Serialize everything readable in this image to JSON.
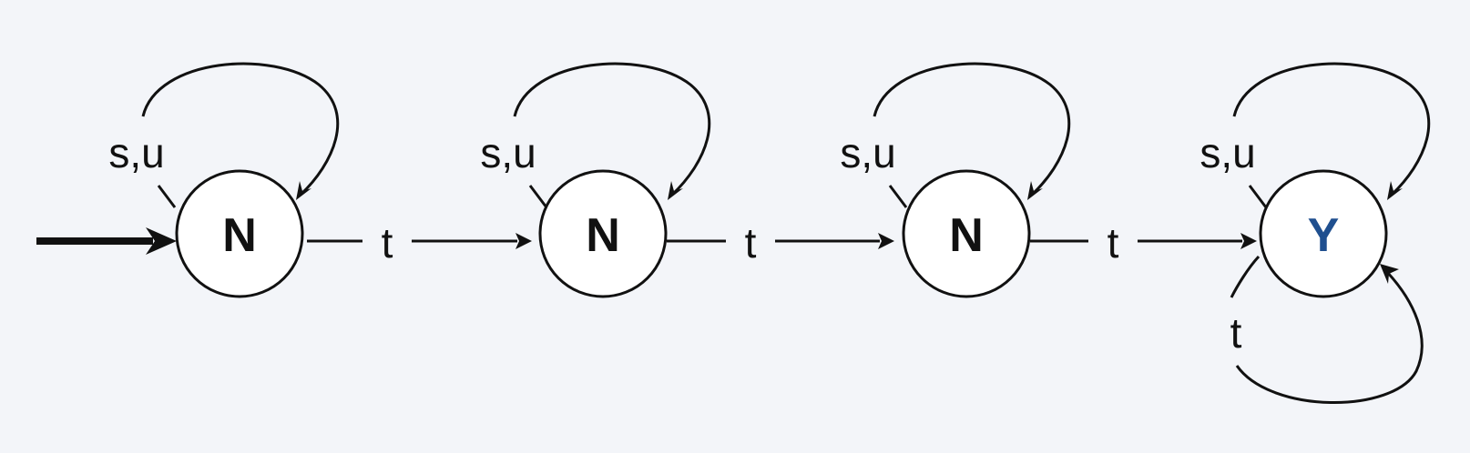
{
  "colors": {
    "background": "#f3f5f9",
    "stroke": "#111111",
    "reject_label": "#111111",
    "accept_label": "#1f4f8f"
  },
  "states": [
    {
      "label": "N",
      "accepting": false,
      "start": true
    },
    {
      "label": "N",
      "accepting": false,
      "start": false
    },
    {
      "label": "N",
      "accepting": false,
      "start": false
    },
    {
      "label": "Y",
      "accepting": true,
      "start": false
    }
  ],
  "self_loops": [
    {
      "state": 0,
      "label": "s,u"
    },
    {
      "state": 1,
      "label": "s,u"
    },
    {
      "state": 2,
      "label": "s,u"
    },
    {
      "state": 3,
      "label": "s,u"
    },
    {
      "state": 3,
      "label": "t"
    }
  ],
  "transitions": [
    {
      "from": 0,
      "to": 1,
      "label": "t"
    },
    {
      "from": 1,
      "to": 2,
      "label": "t"
    },
    {
      "from": 2,
      "to": 3,
      "label": "t"
    }
  ]
}
